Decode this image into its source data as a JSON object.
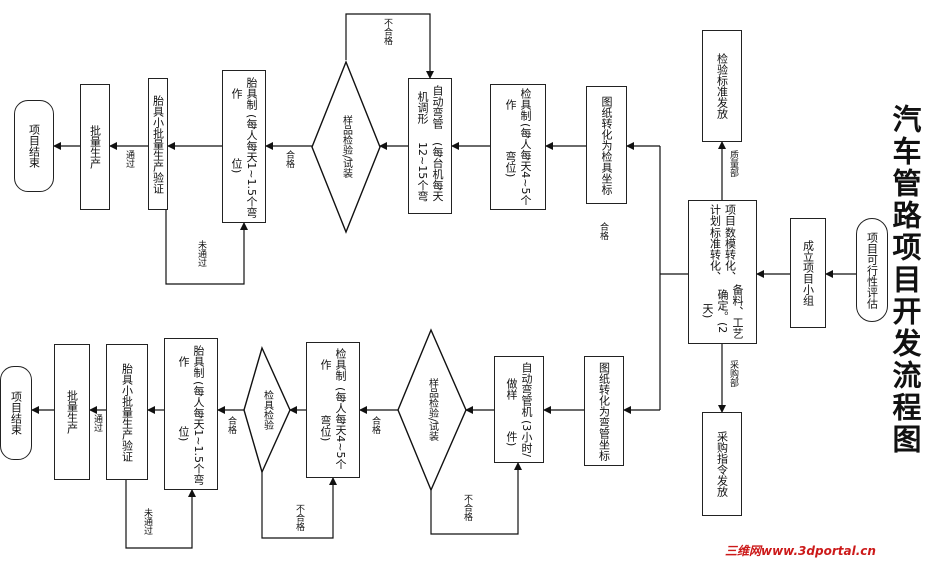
{
  "title": "汽车管路项目开发流程图",
  "watermark": "三维网www.3dportal.cn",
  "nodes": {
    "start": "项目可行性评估",
    "team": "成立项目小组",
    "plan_l1": "项目计划",
    "plan_l2": "数模转化、标准转化、",
    "plan_l3": "备料、工艺确定。(2天)",
    "std_release": "检验标准发放",
    "purchase_release": "采购指令发放",
    "t_drawing_l1": "图纸转化为",
    "t_drawing_l2": "检具坐标",
    "t_fixture_l1": "检具制作",
    "t_fixture_l2": "(每人每天4~5个弯位)",
    "t_machine_l1": "自动弯管机调形",
    "t_machine_l2": "(每台机每天12~15个弯",
    "t_sample": "样品检验/试装",
    "t_tire_l1": "胎具制作",
    "t_tire_l2": "(每人每天1~1.5个弯位)",
    "t_small_batch": "胎具小批量生产验证",
    "t_mass": "批量生产",
    "t_end": "项目结束",
    "b_drawing_l1": "图纸转化为",
    "b_drawing_l2": "弯管坐标",
    "b_machine_l1": "自动弯管机做样",
    "b_machine_l2": "(3小时/件)",
    "b_sample": "样品检验/试装",
    "b_fixture_l1": "检具制作",
    "b_fixture_l2": "(每人每天4~5个弯位)",
    "b_check": "检具检验",
    "b_tire_l1": "胎具制作",
    "b_tire_l2": "(每人每天1~1.5个弯位)",
    "b_small_batch": "胎具小批量生产验证",
    "b_mass": "批量生产",
    "b_end": "项目结束"
  },
  "edge_labels": {
    "quality": "质量部",
    "purchasing": "采购部",
    "pass_top_drawing": "合格",
    "t_fail": "不合格",
    "t_pass": "合格",
    "t_through": "通过",
    "t_not_through": "未通过",
    "b_fail": "不合格",
    "b_pass": "合格",
    "b_fixture_fail": "不合格",
    "b_check_pass": "合格",
    "b_through": "通过",
    "b_not_through": "未通过"
  }
}
